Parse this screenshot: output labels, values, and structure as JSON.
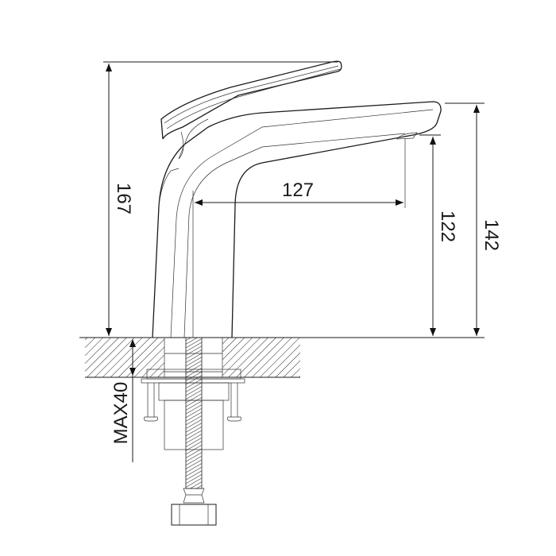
{
  "drawing": {
    "title": "Basin faucet dimension drawing",
    "dimensions": {
      "total_height": "167",
      "spout_reach": "127",
      "spout_outlet_height": "122",
      "spout_top_height": "142",
      "max_counter_thickness": "MAX40"
    }
  }
}
